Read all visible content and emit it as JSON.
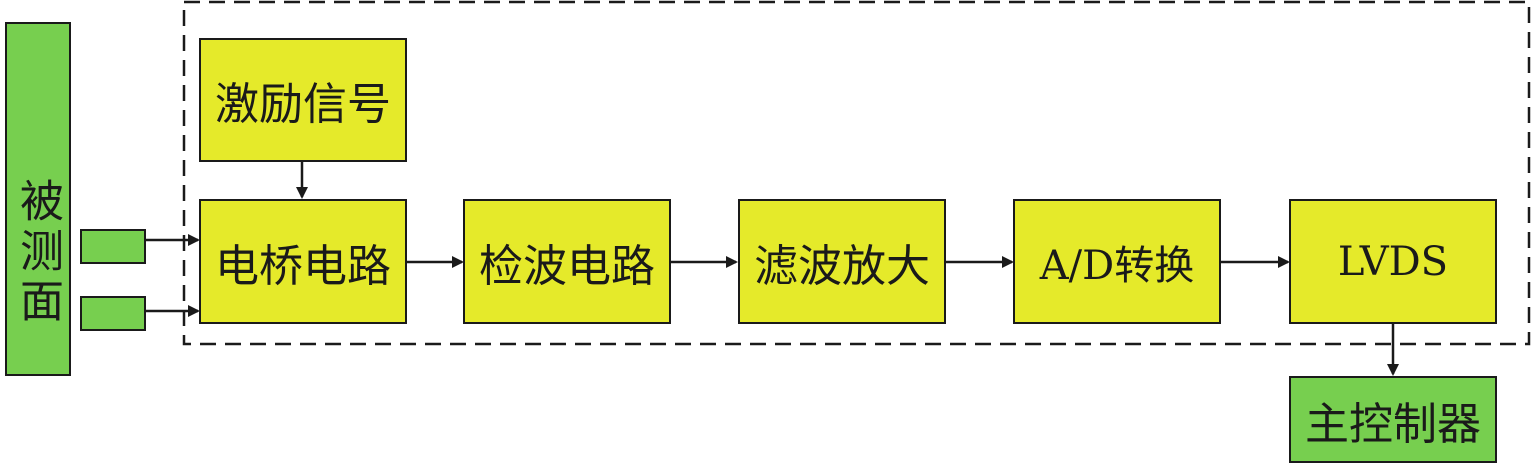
{
  "diagram": {
    "nodes": {
      "measured_surface": "被测面",
      "excitation": "激励信号",
      "bridge": "电桥电路",
      "detection": "检波电路",
      "filter_amp": "滤波放大",
      "adc": "A/D转换",
      "lvds": "LVDS",
      "main_controller": "主控制器"
    },
    "colors": {
      "module_fill": "#e5ea2a",
      "external_fill": "#77cf4f",
      "stroke": "#1a1a1a"
    },
    "edges": [
      [
        "excitation",
        "bridge"
      ],
      [
        "measured_surface",
        "bridge"
      ],
      [
        "measured_surface",
        "bridge"
      ],
      [
        "bridge",
        "detection"
      ],
      [
        "detection",
        "filter_amp"
      ],
      [
        "filter_amp",
        "adc"
      ],
      [
        "adc",
        "lvds"
      ],
      [
        "lvds",
        "main_controller"
      ]
    ]
  }
}
